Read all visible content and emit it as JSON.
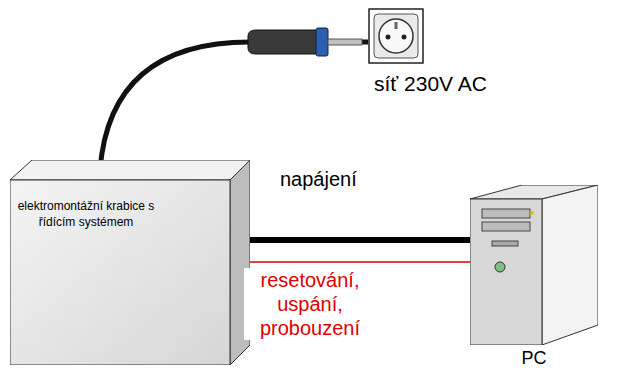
{
  "diagram": {
    "nodes": [
      {
        "text": [
          "elektromontážní krabice s řídícím systémem"
        ]
      },
      {
        "text": [
          "síť 230V AC"
        ]
      },
      {
        "text": [
          "PC"
        ]
      }
    ],
    "edges": [
      {
        "from": 0,
        "to": 1,
        "arrow": "none"
      },
      {
        "from": 0,
        "to": 2,
        "label": "napájení",
        "arrow": "none"
      },
      {
        "from": 0,
        "to": 2,
        "label": "resetování, uspání, probouzení",
        "arrow": "none"
      }
    ]
  }
}
